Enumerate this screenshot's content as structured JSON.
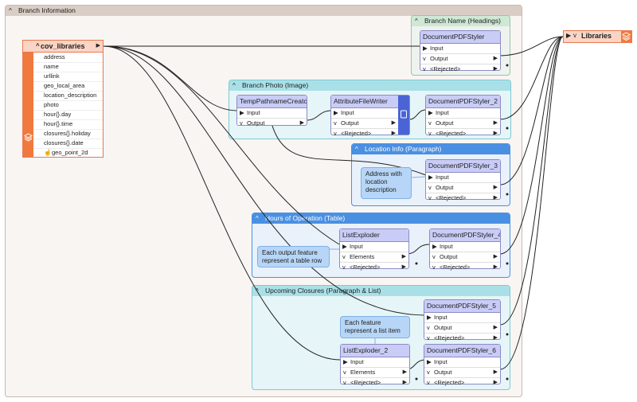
{
  "bookmarks": {
    "branch_info": "Branch Information",
    "branch_name": "Branch Name (Headings)",
    "branch_photo": "Branch Photo (Image)",
    "location_info": "Location Info (Paragraph)",
    "hours": "Hours of Operation (Table)",
    "closures": "Upcoming Closures (Paragraph & List)"
  },
  "reader": {
    "name": "cov_libraries",
    "attributes": [
      "address",
      "name",
      "urllink",
      "geo_local_area",
      "location_description",
      "photo",
      "hour{}.day",
      "hour{}.time",
      "closures{}.holiday",
      "closures{}.date",
      "geo_point_2d"
    ]
  },
  "writer": {
    "name": "Libraries"
  },
  "ports": {
    "input": "Input",
    "output": "Output",
    "rejected": "<Rejected>",
    "elements": "Elements"
  },
  "transformers": {
    "styler_headings": "DocumentPDFStyler",
    "temp_path": "TempPathnameCreator",
    "attr_writer": "AttributeFileWriter",
    "styler_2": "DocumentPDFStyler_2",
    "styler_3": "DocumentPDFStyler_3",
    "list_exploder": "ListExploder",
    "styler_4": "DocumentPDFStyler_4",
    "styler_5": "DocumentPDFStyler_5",
    "list_exploder_2": "ListExploder_2",
    "styler_6": "DocumentPDFStyler_6"
  },
  "notes": {
    "location": "Address with location description",
    "table_row": "Each output feature represent a table row",
    "list_item": "Each feature represent a list item"
  },
  "colors": {
    "branch_info": "#f6f1ee",
    "headings": "#cfe8d5",
    "photo": "#a9e0e8",
    "paragraph": "#4a90e2",
    "reader": "#f07a3e",
    "transformer": "#c9ccf6"
  },
  "icons": {
    "collapse": "chevron-up-icon",
    "expand": "chevron-down-icon",
    "feature_type": "layers-icon",
    "geometry": "geometry-point-icon"
  }
}
